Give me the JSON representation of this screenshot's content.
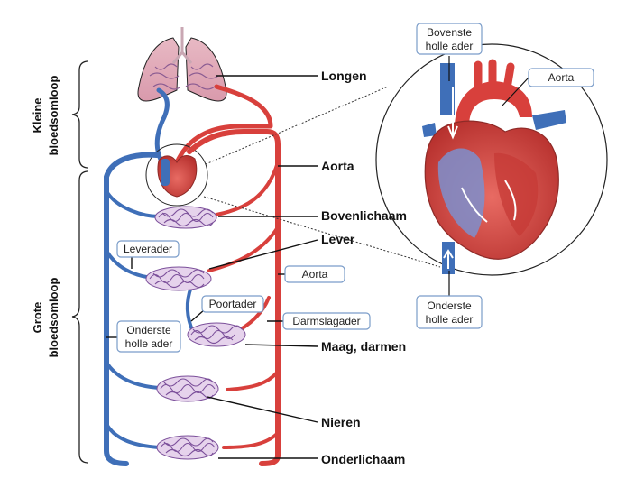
{
  "labels": {
    "longen": "Longen",
    "aorta_main": "Aorta",
    "bovenlichaam": "Bovenlichaam",
    "lever": "Lever",
    "maag_darmen": "Maag, darmen",
    "nieren": "Nieren",
    "onderlichaam": "Onderlichaam"
  },
  "boxes": {
    "leverader": "Leverader",
    "aorta_small": "Aorta",
    "poortader": "Poortader",
    "darmslagader": "Darmslagader",
    "onderste_holle_ader_left": [
      "Onderste",
      "holle ader"
    ]
  },
  "sides": {
    "kleine": [
      "Kleine",
      "bloedsomloop"
    ],
    "grote": [
      "Grote",
      "bloedsomloop"
    ]
  },
  "heart": {
    "bovenste_holle_ader": [
      "Bovenste",
      "holle ader"
    ],
    "aorta": "Aorta",
    "onderste_holle_ader": [
      "Onderste",
      "holle ader"
    ]
  },
  "colors": {
    "artery": "#d8403c",
    "vein": "#3f6fb8",
    "capillary": "#7b4f9a",
    "box_border": "#7a9cc9"
  }
}
